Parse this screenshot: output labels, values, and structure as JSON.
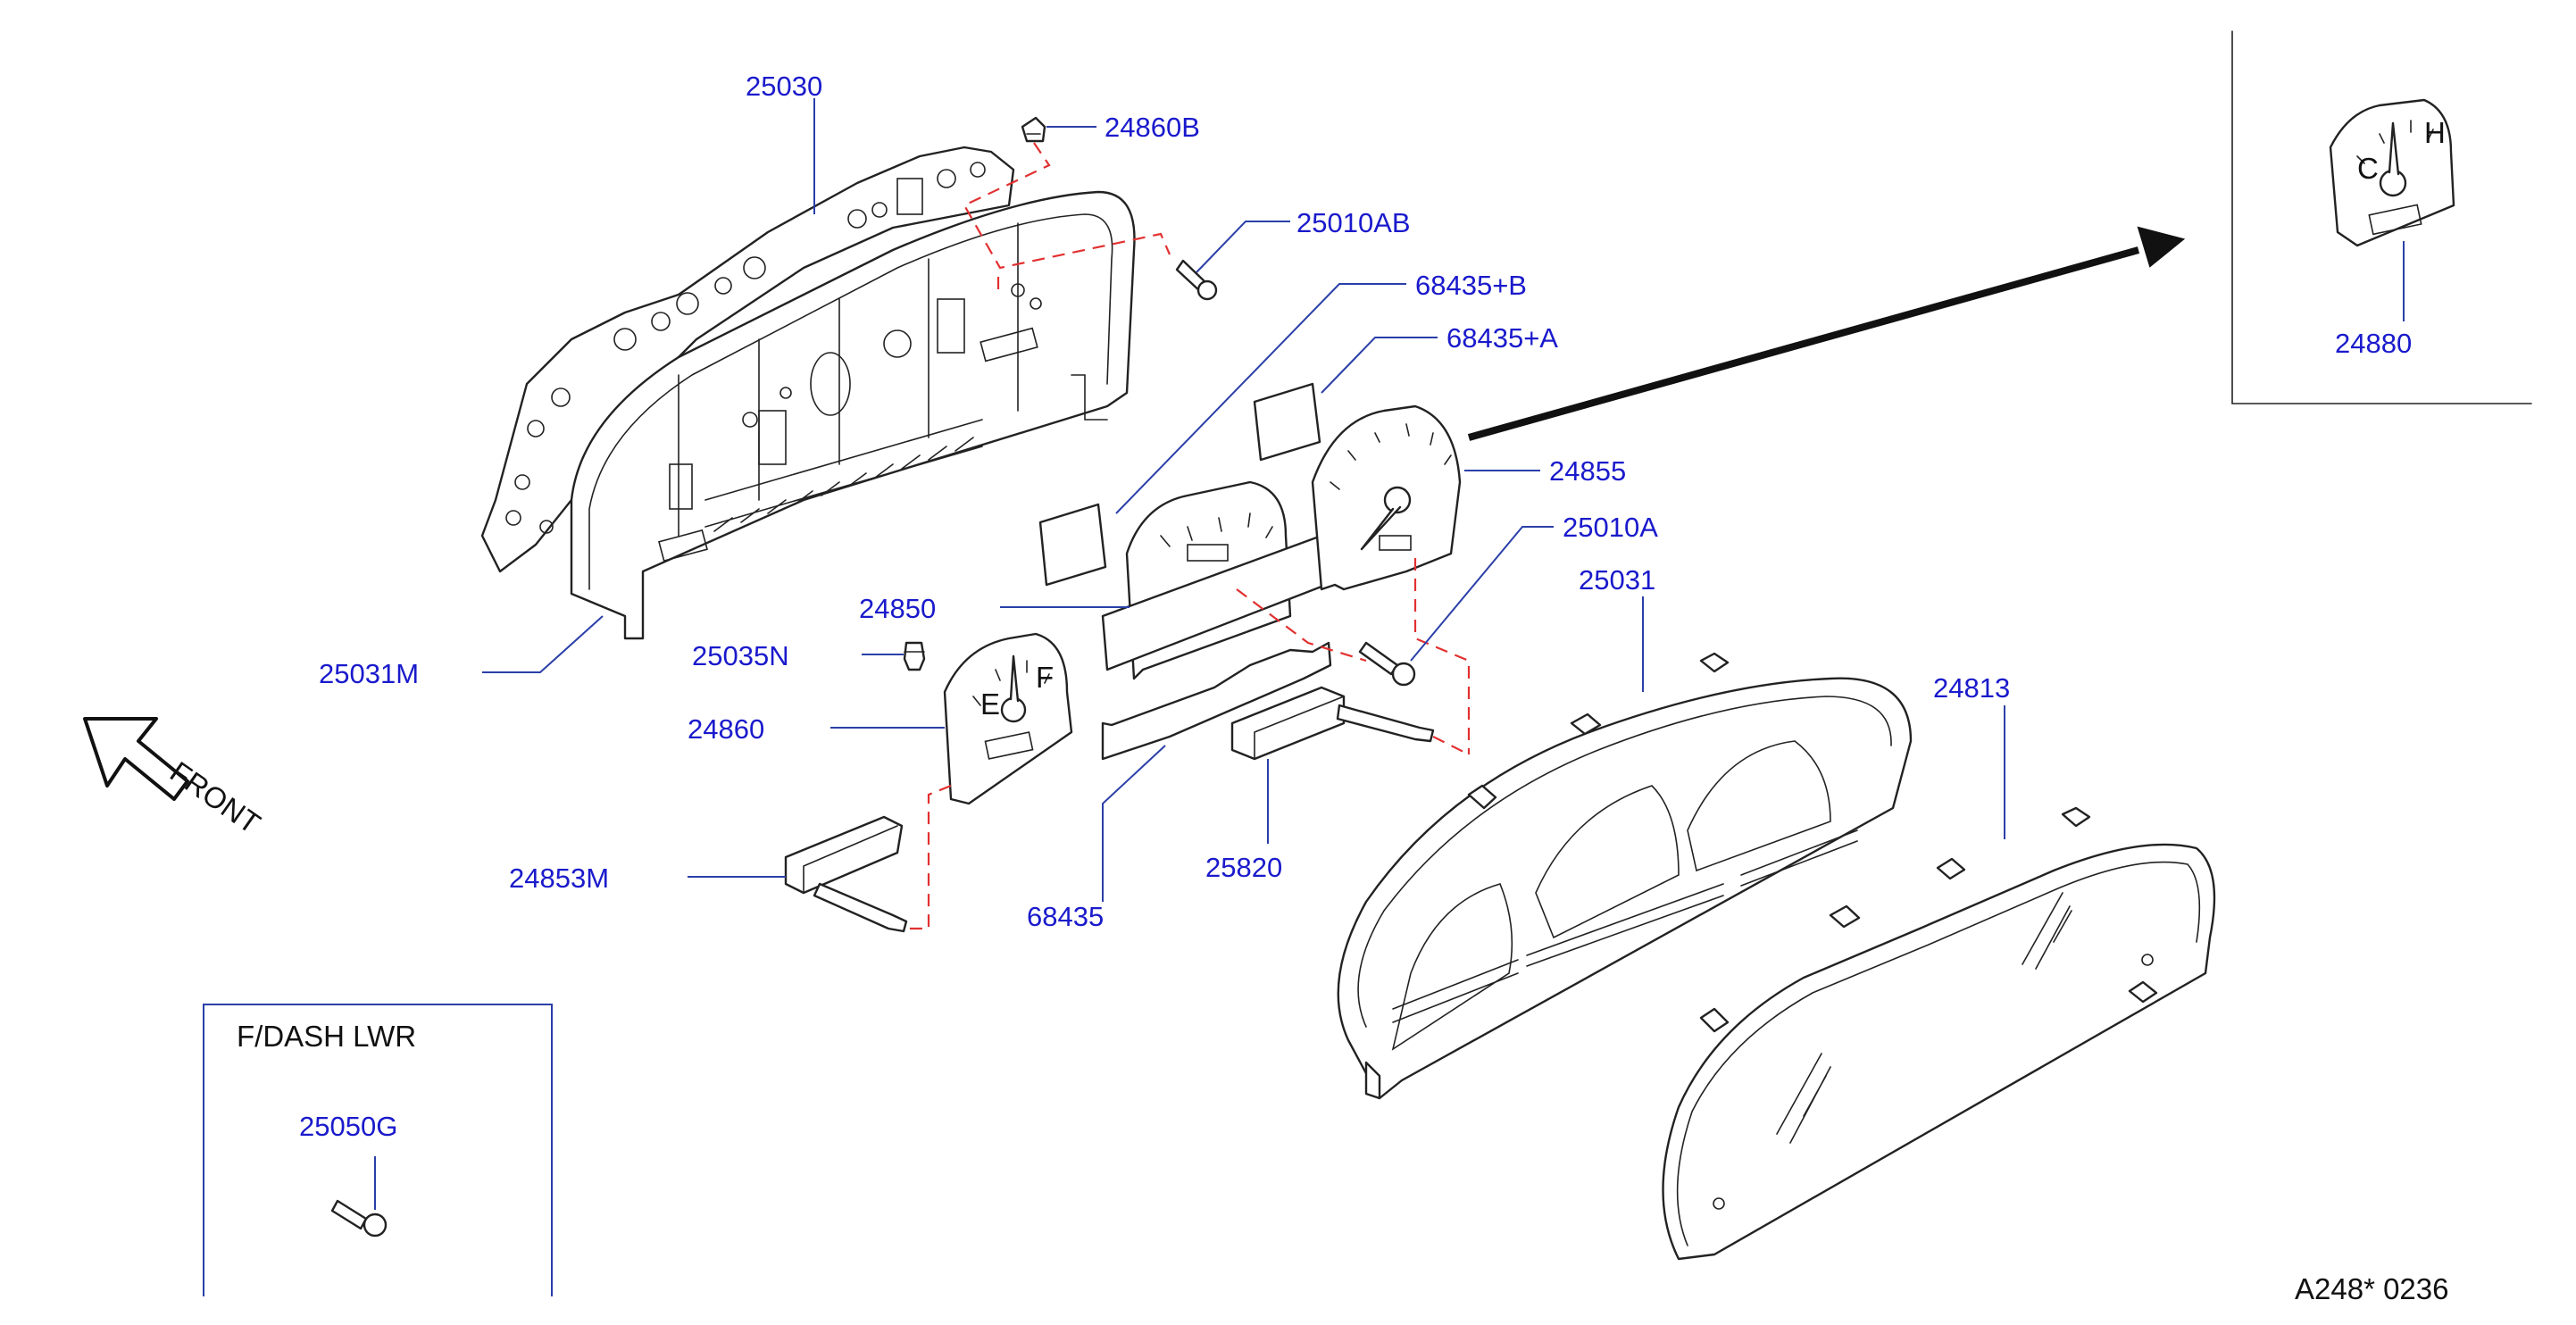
{
  "part_labels": {
    "p25030": "25030",
    "p24860B": "24860B",
    "p25010AB": "25010AB",
    "p68435B": "68435+B",
    "p68435A": "68435+A",
    "p24855": "24855",
    "p25010A": "25010A",
    "p25031": "25031",
    "p24813": "24813",
    "p24850": "24850",
    "p25035N": "25035N",
    "p25031M": "25031M",
    "p24860": "24860",
    "p24853M": "24853M",
    "p68435": "68435",
    "p25820": "25820",
    "p24880": "24880",
    "p25050G": "25050G"
  },
  "direction_label": "FRONT",
  "inset": {
    "title": "F/DASH   LWR"
  },
  "gauge_marks": {
    "cold": "C",
    "hot": "H",
    "empty": "E",
    "full": "F"
  },
  "footer_code": "A248*  0236",
  "colors": {
    "label_blue": "#1a1acc",
    "leader_blue": "#2a3fa8",
    "dash_red": "#e23030",
    "line_black": "#222222"
  }
}
